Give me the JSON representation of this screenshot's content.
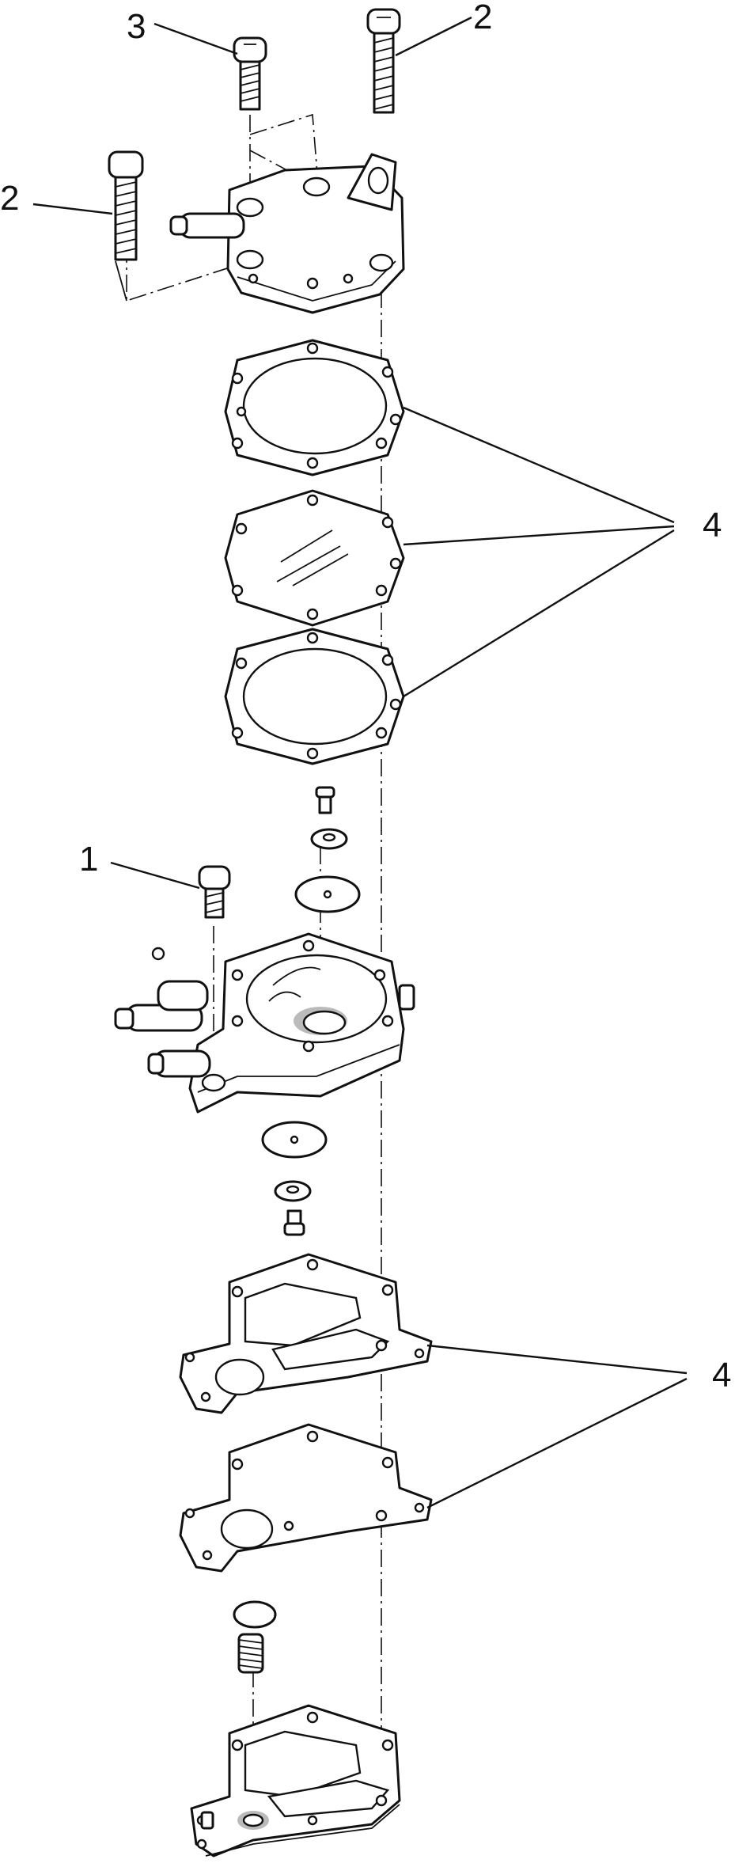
{
  "callouts": {
    "c_bottom_screw": "1",
    "c_top_right_screw": "2",
    "c_left_screw": "2",
    "c_top_center_screw": "3",
    "c_gasket_group_upper": "4",
    "c_gasket_group_lower": "4"
  },
  "colors": {
    "ink": "#111111",
    "paper": "#ffffff"
  }
}
